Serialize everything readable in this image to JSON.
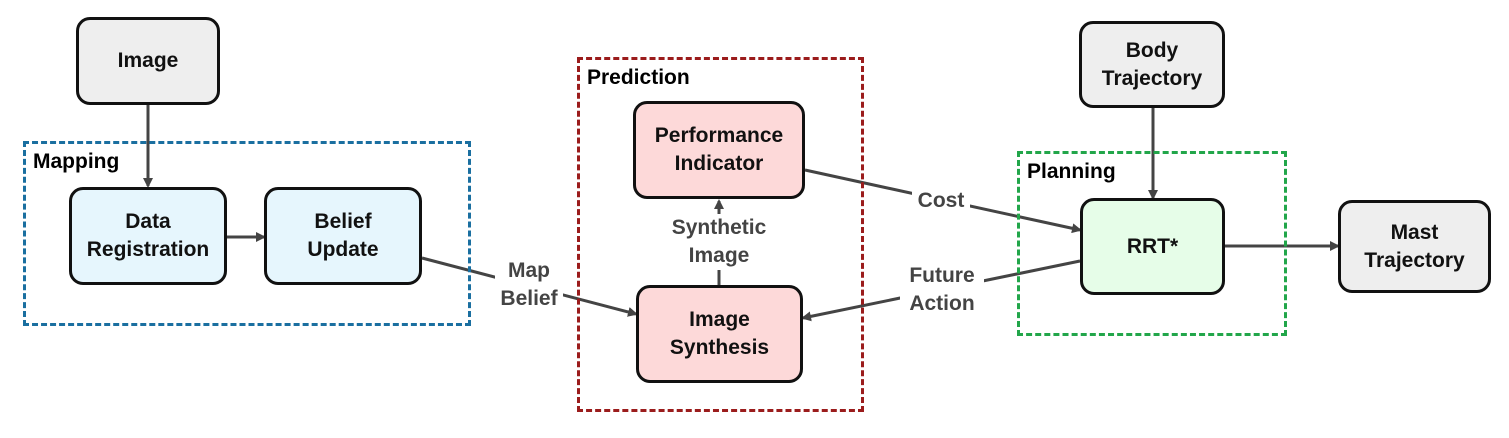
{
  "groups": {
    "mapping": {
      "label": "Mapping",
      "color": "#1a6fa0"
    },
    "prediction": {
      "label": "Prediction",
      "color": "#9b1c1c"
    },
    "planning": {
      "label": "Planning",
      "color": "#22a64a"
    }
  },
  "nodes": {
    "image": {
      "label": "Image",
      "fill": "#eeeeee"
    },
    "data_registration": {
      "label": "Data\nRegistration",
      "fill": "#e6f6fd"
    },
    "belief_update": {
      "label": "Belief\nUpdate",
      "fill": "#e6f6fd"
    },
    "performance_indicator": {
      "label": "Performance\nIndicator",
      "fill": "#fdd9d9"
    },
    "image_synthesis": {
      "label": "Image\nSynthesis",
      "fill": "#fdd9d9"
    },
    "body_trajectory": {
      "label": "Body\nTrajectory",
      "fill": "#eeeeee"
    },
    "rrt": {
      "label": "RRT*",
      "fill": "#e6fde8"
    },
    "mast_trajectory": {
      "label": "Mast\nTrajectory",
      "fill": "#eeeeee"
    }
  },
  "edge_labels": {
    "map_belief": "Map\nBelief",
    "synthetic_image": "Synthetic\nImage",
    "cost": "Cost",
    "future_action": "Future\nAction"
  },
  "colors": {
    "edge": "#444444",
    "border": "#111111"
  }
}
